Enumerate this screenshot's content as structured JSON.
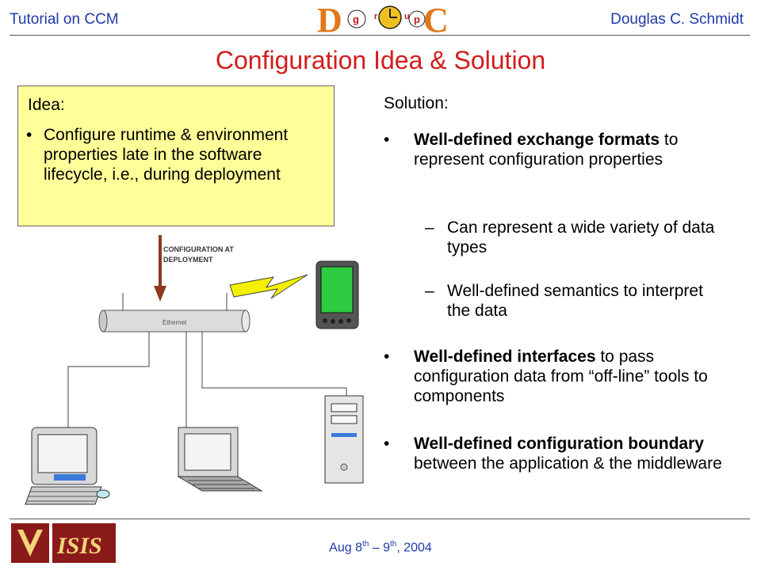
{
  "header": {
    "left": "Tutorial on CCM",
    "right": "Douglas C. Schmidt",
    "logo_letters": [
      "D",
      "g",
      "r",
      "o",
      "u",
      "p",
      "C"
    ]
  },
  "title": "Configuration Idea & Solution",
  "idea": {
    "heading": "Idea:",
    "bullet": "Configure runtime & environment properties late in the software lifecycle, i.e., during deployment"
  },
  "solution": {
    "heading": "Solution:",
    "items": [
      {
        "bold": "Well-defined exchange formats",
        "rest": " to represent configuration properties",
        "subitems": [
          "Can represent a wide variety of data types",
          "Well-defined semantics to interpret the data"
        ]
      },
      {
        "bold": "Well-defined interfaces",
        "rest": " to pass configuration data from “off-line” tools to components"
      },
      {
        "bold": "Well-defined configuration boundary",
        "rest": " between the application & the middleware"
      }
    ]
  },
  "diagram": {
    "arrow_label_1": "CONFIGURATION AT",
    "arrow_label_2": "DEPLOYMENT",
    "network_label": "Ethernet"
  },
  "footer": {
    "date_pre": "Aug 8",
    "date_sup1": "th",
    "date_mid": " – 9",
    "date_sup2": "th",
    "date_post": ", 2004",
    "logo_text": "ISIS"
  },
  "colors": {
    "header_blue": "#1f3aa8",
    "title_red": "#d21d1d",
    "idea_bg": "#ffff99"
  }
}
